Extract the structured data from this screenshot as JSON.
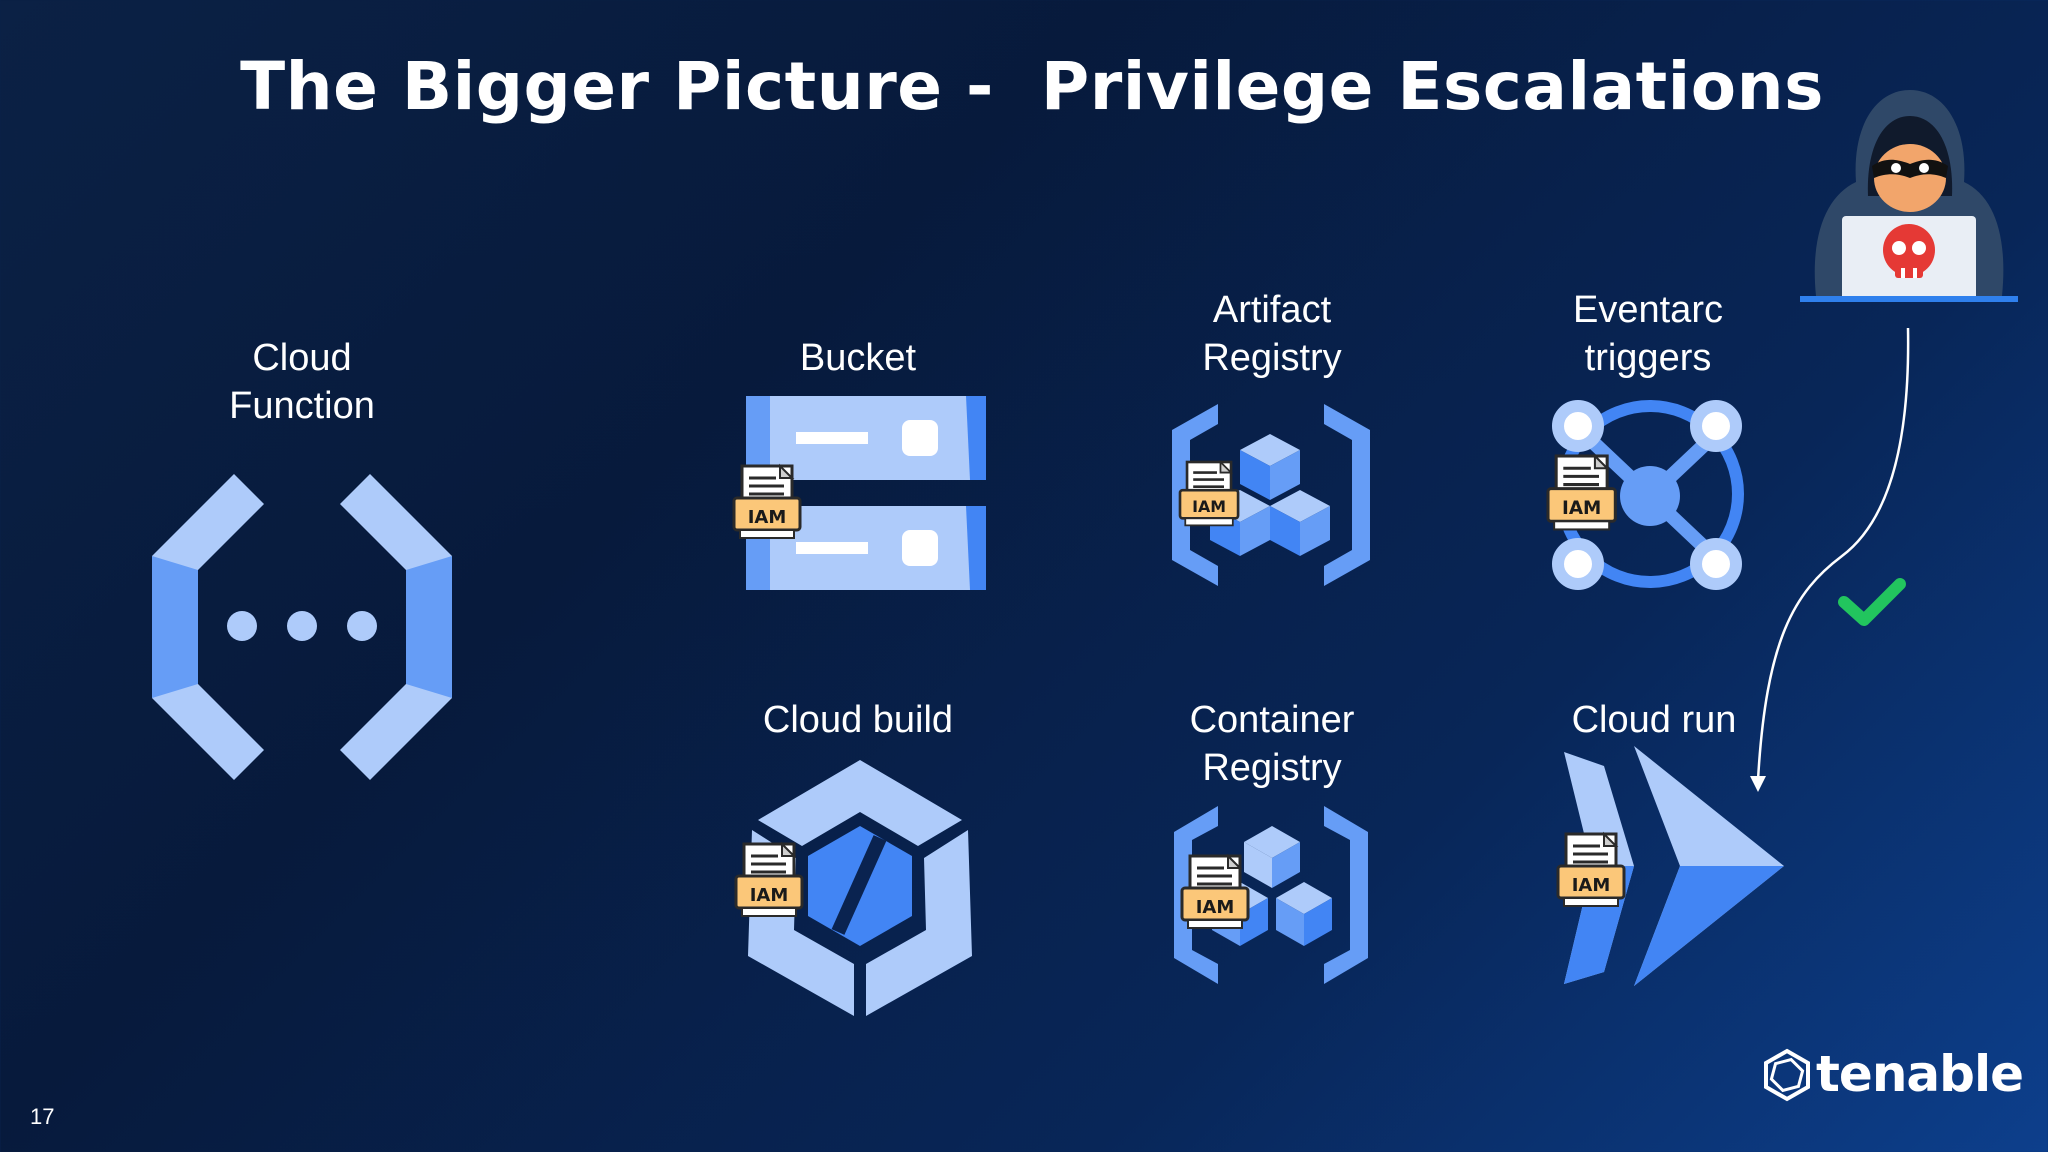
{
  "slide": {
    "title": "The Bigger Picture -  Privilege Escalations",
    "page_number": "17"
  },
  "services": {
    "cloud_function": {
      "line1": "Cloud",
      "line2": "Function",
      "icon": "cloud-functions-icon"
    },
    "bucket": {
      "line1": "Bucket",
      "icon": "cloud-storage-bucket-icon"
    },
    "artifact_registry": {
      "line1": "Artifact",
      "line2": "Registry",
      "icon": "artifact-registry-icon"
    },
    "eventarc_triggers": {
      "line1": "Eventarc",
      "line2": "triggers",
      "icon": "eventarc-icon"
    },
    "cloud_build": {
      "line1": "Cloud build",
      "icon": "cloud-build-icon"
    },
    "container_registry": {
      "line1": "Container",
      "line2": "Registry",
      "icon": "container-registry-icon"
    },
    "cloud_run": {
      "line1": "Cloud run",
      "icon": "cloud-run-icon"
    }
  },
  "iam_badge": {
    "label": "IAM",
    "icon": "iam-document-icon"
  },
  "attacker": {
    "icon": "hooded-hacker-icon",
    "laptop_icon": "skull-icon"
  },
  "path": {
    "icon": "check-mark-icon",
    "arrow": "attack-path-arrow-icon"
  },
  "brand": {
    "name": "tenable",
    "icon": "tenable-logo-icon"
  },
  "colors": {
    "background_dark": "#071a3c",
    "background_light": "#0d3f8c",
    "gcp_light_blue": "#aecbfa",
    "gcp_mid_blue": "#669df6",
    "gcp_blue": "#4285f4",
    "iam_orange": "#fbc779",
    "check_green": "#22c55e",
    "skull_red": "#e53935"
  }
}
